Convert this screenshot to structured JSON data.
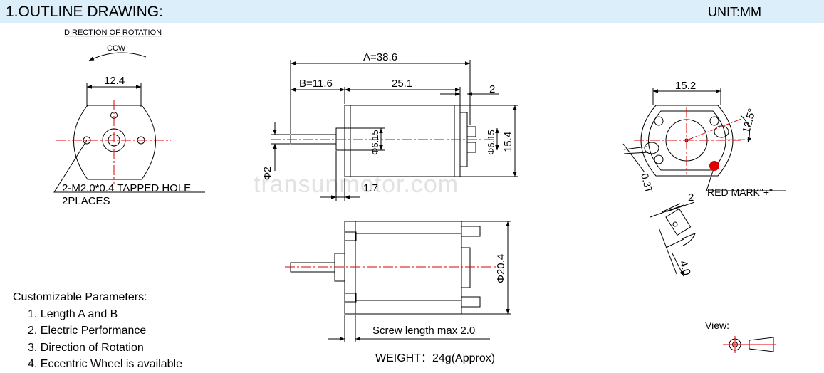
{
  "header": {
    "title": "1.OUTLINE DRAWING:",
    "unit": "UNIT:MM",
    "background": "#dbeefa"
  },
  "rotation": {
    "label": "DIRECTION OF ROTATION",
    "direction": "CCW"
  },
  "front_view": {
    "dim_width": "12.4",
    "hole_note": "2-M2.0*0.4 TAPPED HOLE",
    "hole_count": "2PLACES"
  },
  "side_view": {
    "dim_a": "A=38.6",
    "dim_b": "B=11.6",
    "dim_body": "25.1",
    "dim_end": "2",
    "dim_shaft_dia": "Φ2",
    "dim_boss_left": "Φ6.15",
    "dim_boss_right": "Φ6.15",
    "dim_height": "15.4",
    "dim_step": "1.7"
  },
  "top_view": {
    "dim_dia": "Φ20.4",
    "screw_note": "Screw length max 2.0",
    "weight": "WEIGHT：24g(Approx)"
  },
  "rear_view": {
    "dim_width": "15.2",
    "dim_angle": "12.5°",
    "dim_thickness": "0.3T",
    "red_mark": "RED MARK\"+\"",
    "red_mark_color": "#e00000"
  },
  "terminal_detail": {
    "dim_gap": "2",
    "dim_len": "4.0"
  },
  "view_label": "View:",
  "parameters": {
    "heading": "Customizable Parameters:",
    "items": [
      "1. Length A and B",
      "2. Electric Performance",
      "3. Direction of Rotation",
      "4. Eccentric Wheel is available"
    ]
  },
  "watermark": "transunmotor.com",
  "colors": {
    "centerline": "#e00000",
    "line": "#000000"
  }
}
